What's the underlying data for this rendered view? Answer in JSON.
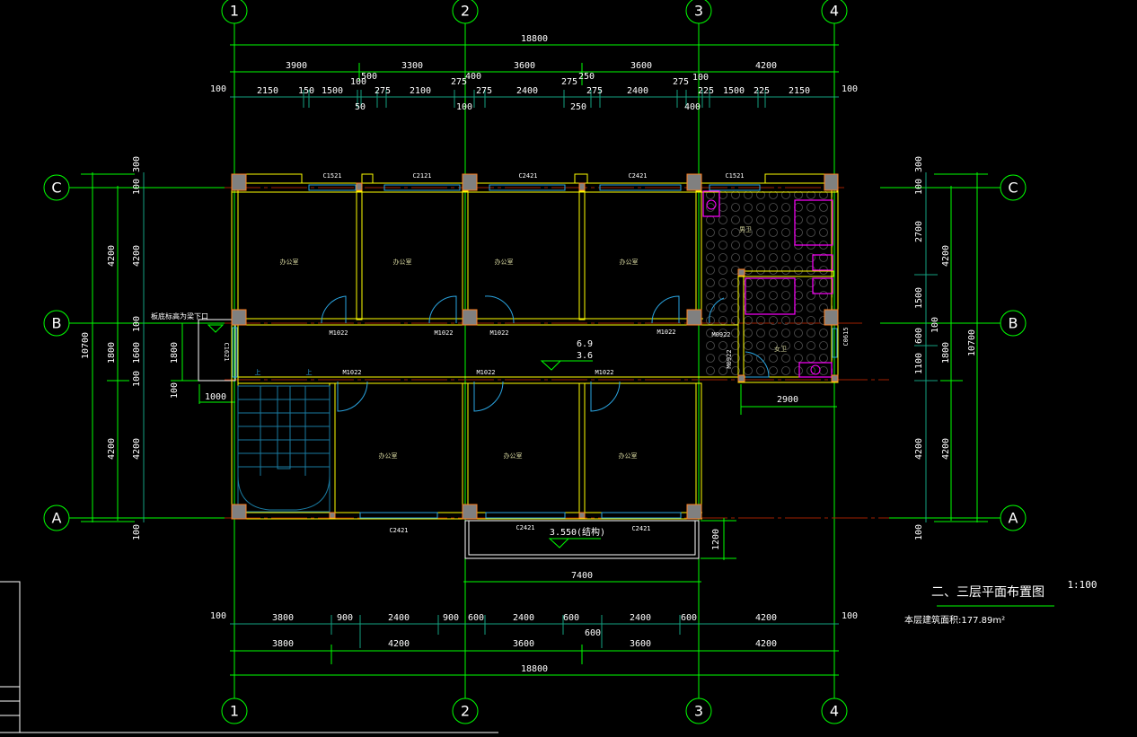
{
  "drawing": {
    "title": "二、三层平面布置图",
    "scale": "1:100",
    "area_note": "本层建筑面积:177.89m²",
    "note_left": "板底标高为梁下口",
    "axes_vertical": [
      "1",
      "2",
      "3",
      "4"
    ],
    "axes_horizontal": [
      "C",
      "B",
      "A"
    ],
    "elevation_upper": "6.9",
    "elevation_lower": "3.6",
    "balcony_elevation": "3.550(结构)",
    "colors": {
      "grid": "#00ff00",
      "wall": "#ffff00",
      "window": "#2aa4e0",
      "axis": "#a02000",
      "fixture": "#ff00ff",
      "column": "#808080"
    }
  },
  "top_dims": {
    "total": "18800",
    "row2": [
      "3900",
      "3300",
      "3600",
      "3600",
      "4200"
    ],
    "row3": [
      "2150",
      "150",
      "1500",
      "100",
      "500",
      "275",
      "2100",
      "275",
      "400",
      "275",
      "2400",
      "275",
      "250",
      "275",
      "2400",
      "275",
      "100",
      "225",
      "1500",
      "225",
      "2150"
    ],
    "row3_below": [
      "50",
      "100",
      "250",
      "400"
    ],
    "edge": [
      "100",
      "100"
    ]
  },
  "bottom_dims": {
    "row1": [
      "3800",
      "900",
      "2400",
      "900",
      "600",
      "2400",
      "600",
      "2400",
      "600",
      "4200"
    ],
    "row1_extra": "600",
    "row2": [
      "3800",
      "4200",
      "3600",
      "3600",
      "4200"
    ],
    "total": "18800",
    "edge": [
      "100",
      "100"
    ],
    "balcony_width": "7400",
    "balcony_depth": "1200"
  },
  "left_dims": {
    "outer": [
      "300",
      "100",
      "4200",
      "100",
      "1600",
      "100",
      "4200",
      "100"
    ],
    "middle": [
      "4200",
      "1800",
      "4200"
    ],
    "total": "10700",
    "stair_width": "1000",
    "stair_dims": [
      "1800",
      "100"
    ]
  },
  "right_dims": {
    "outer": [
      "300",
      "100",
      "2700",
      "1500",
      "100",
      "600",
      "1100",
      "4200",
      "100"
    ],
    "middle": [
      "4200",
      "1800",
      "4200"
    ],
    "total": "10700",
    "toilet_width": "2900"
  },
  "windows": {
    "top": [
      "C1521",
      "C2121",
      "C2421",
      "C2421",
      "C1521"
    ],
    "bottom": [
      "C2421",
      "C2421",
      "C2421"
    ],
    "side_left": "C1621",
    "side_right": "C0615"
  },
  "doors": {
    "upper": [
      "M1022",
      "M1022",
      "M1022",
      "M1022",
      "M0922"
    ],
    "lower": [
      "M1022",
      "M1022",
      "M1022"
    ],
    "toilet": "M0922"
  },
  "rooms": {
    "office": "办公室",
    "male_wc": "男卫",
    "female_wc": "女卫",
    "stair_up": "上"
  }
}
